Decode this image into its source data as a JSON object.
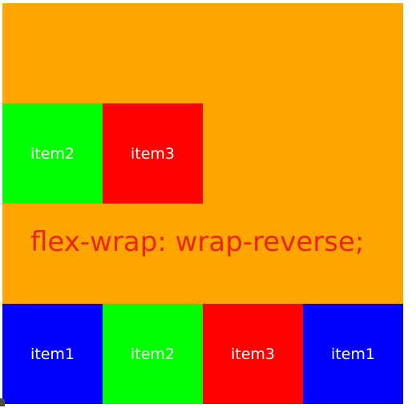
{
  "container": {
    "background": "#FFA500",
    "caption": "flex-wrap: wrap-reverse;",
    "caption_color": "#E8261C"
  },
  "rows": {
    "top": [
      {
        "label": "item2",
        "color": "#00FF00"
      },
      {
        "label": "item3",
        "color": "#FF0000"
      }
    ],
    "bottom": [
      {
        "label": "item1",
        "color": "#0000FF"
      },
      {
        "label": "item2",
        "color": "#00FF00"
      },
      {
        "label": "item3",
        "color": "#FF0000"
      },
      {
        "label": "item1",
        "color": "#0000FF"
      }
    ]
  }
}
